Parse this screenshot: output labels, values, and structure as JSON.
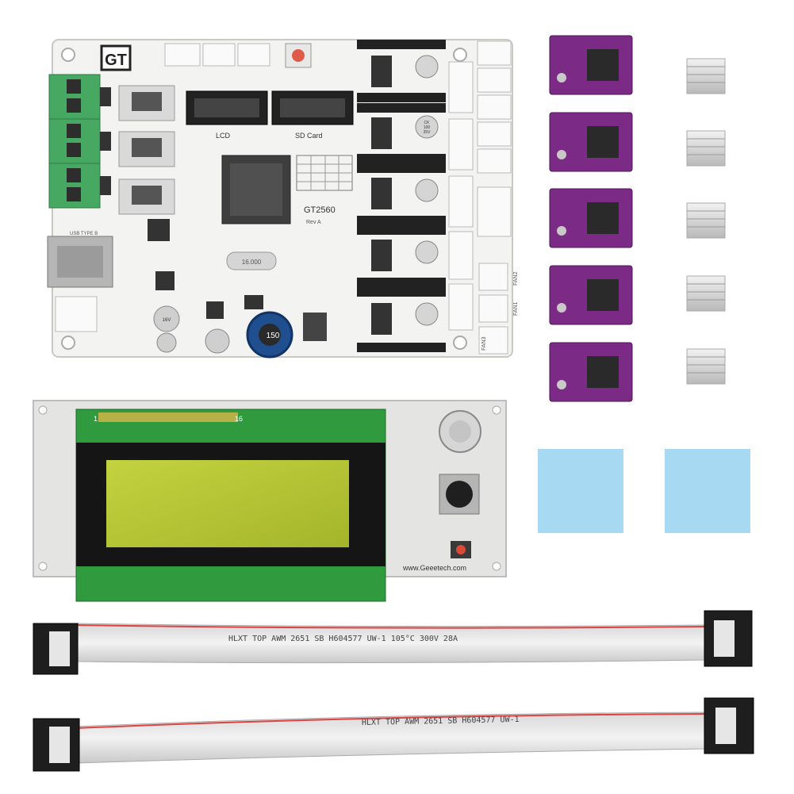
{
  "board": {
    "logo_text": "GT",
    "model": "GT2560",
    "revision": "Rev A",
    "lcd_header": "LCD",
    "sd_header": "SD Card",
    "usb_label": "USB TYPE B",
    "inductor": "150",
    "crystal": "16.000",
    "cap_label": "16V",
    "driver_cap": [
      "CK",
      "100",
      "35V"
    ],
    "fan_labels": [
      "FAN2",
      "FAN1",
      "FAN3"
    ]
  },
  "lcd_module": {
    "pin_first": "1",
    "pin_last": "16",
    "url": "www.Geeetech.com"
  },
  "ribbon_top": {
    "text": "HLXT  TOP  AWM  2651  SB  H604577  UW-1  105°C  300V  28A"
  },
  "ribbon_bottom": {
    "text": "HLXT  TOP  AWM  2651  SB  H604577  UW-1"
  },
  "accessories": {
    "driver_count": 5,
    "heatsink_count": 5,
    "thermal_pad_count": 2,
    "colors": {
      "driver_pcb": "#7b2a86",
      "thermal_pad": "#a8d9f2",
      "lcd_green": "#b9c93a",
      "pcb_white": "#f3f3f1",
      "terminal_green": "#47a862"
    }
  }
}
